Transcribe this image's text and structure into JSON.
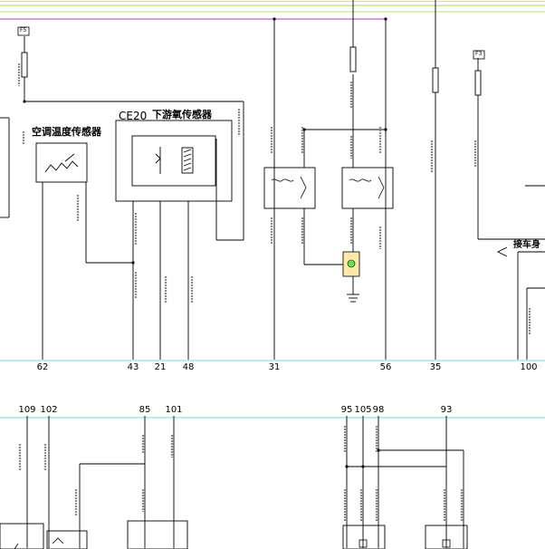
{
  "colors": {
    "rail_cyan": "#7fd6dc",
    "rail_magenta": "#c55fd4",
    "rail_green": "#b9e36e",
    "rail_yellow": "#eee36a",
    "wire": "#000000",
    "code": "#8a8a8a",
    "connector_fill": "#ffe9a8",
    "led": "#6fe050"
  },
  "components": {
    "o2_sensor": {
      "code": "CE20",
      "name": "下游氧传感器"
    },
    "ac_temp_sensor": {
      "name": "空调温度传感器"
    },
    "body_ground": {
      "label": "接车身"
    }
  },
  "fuse_tags": [
    "F5",
    "F3"
  ],
  "top_pins": [
    "62",
    "43",
    "21",
    "48",
    "31",
    "56",
    "35",
    "100"
  ],
  "bottom_pins": [
    "109",
    "102",
    "85",
    "101",
    "95",
    "105",
    "98",
    "93"
  ]
}
